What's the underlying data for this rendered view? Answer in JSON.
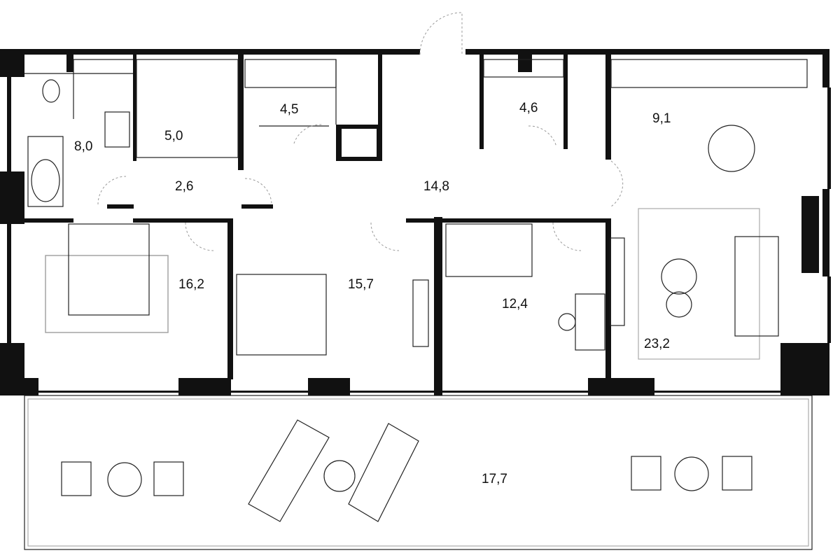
{
  "plan": {
    "rooms": [
      {
        "id": "bathroom-1",
        "area": "8,0"
      },
      {
        "id": "wardrobe-1",
        "area": "5,0"
      },
      {
        "id": "bathroom-2",
        "area": "4,5"
      },
      {
        "id": "wardrobe-2",
        "area": "4,6"
      },
      {
        "id": "kitchen",
        "area": "9,1"
      },
      {
        "id": "corridor-small",
        "area": "2,6"
      },
      {
        "id": "hall",
        "area": "14,8"
      },
      {
        "id": "bedroom-1",
        "area": "16,2"
      },
      {
        "id": "bedroom-2",
        "area": "15,7"
      },
      {
        "id": "bedroom-3",
        "area": "12,4"
      },
      {
        "id": "living-room",
        "area": "23,2"
      },
      {
        "id": "terrace",
        "area": "17,7"
      }
    ]
  }
}
